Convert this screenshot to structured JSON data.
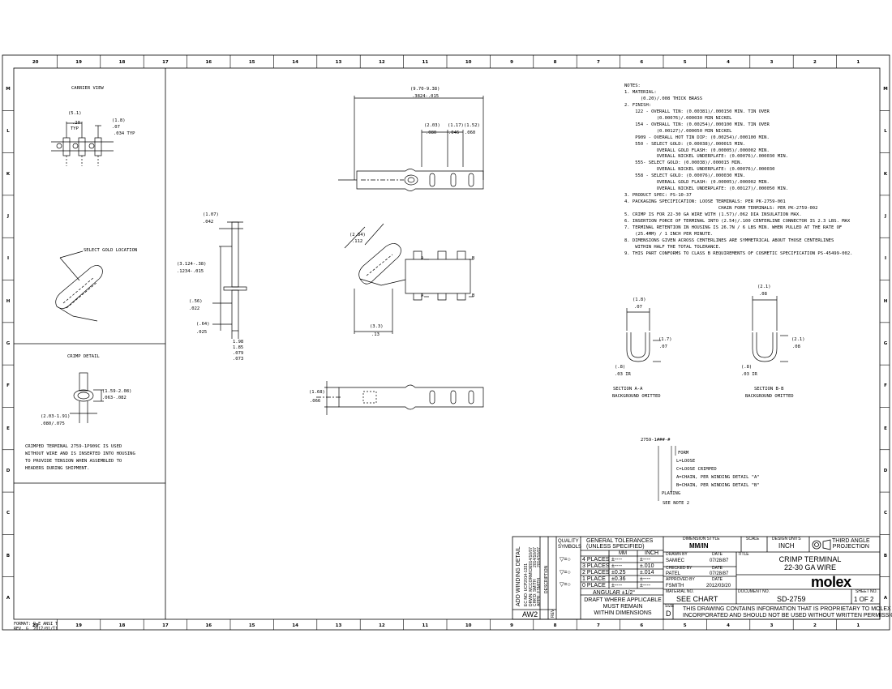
{
  "zones": {
    "columns": [
      "20",
      "19",
      "18",
      "17",
      "16",
      "15",
      "14",
      "13",
      "12",
      "11",
      "10",
      "9",
      "8",
      "7",
      "6",
      "5",
      "4",
      "3",
      "2",
      "1"
    ],
    "rows": [
      "M",
      "L",
      "K",
      "J",
      "I",
      "H",
      "G",
      "F",
      "E",
      "D",
      "C",
      "B",
      "A"
    ]
  },
  "left_panel": {
    "carrier_view": {
      "title": "CARRIER VIEW",
      "dim_pitch": "(5.1)",
      "dim_pitch_in": ".20",
      "dim_pitch_typ": "TYP",
      "dim_width": "(1.8)",
      "dim_width_in": ".07",
      "dim_width_typ": ".034 TYP"
    },
    "gold_view": {
      "label": "SELECT GOLD LOCATION"
    },
    "crimp_detail": {
      "title": "CRIMP DETAIL",
      "dim_a": "(1.59-2.08)",
      "dim_a_in": ".063-.082",
      "dim_b": "(2.03-1.91)",
      "dim_b_in": ".080/.075",
      "note": "CRIMPED TERMINAL 2759-1P909C IS USED\nWITHOUT WIRE AND IS INSERTED INTO HOUSING\nTO PROVIDE TENSION WHEN ASSEMBLED TO\nHEADERS DURING SHIPMENT."
    }
  },
  "top_view": {
    "overall": "(9.70-9.38)",
    "overall_in": ".3824-.015",
    "d1": "(2.03)",
    "d1_in": ".080",
    "d2": "(1.17)",
    "d2_in": ".046",
    "d3": "(1.52)",
    "d3_in": ".060"
  },
  "side_view": {
    "d_top": "(1.07)",
    "d_top_in": ".042",
    "d_len": "(3.124-.38)",
    "d_len_in": ".1234-.015",
    "d_mid": "(.56)",
    "d_mid_in": ".022",
    "d_bot": "(.64)",
    "d_bot_in": ".025",
    "d_w1": "1.98",
    "d_w2": "1.85",
    "d_w3": ".079",
    "d_w4": ".073"
  },
  "iso_view": {
    "d_angle": "(2.84)",
    "d_angle_in": ".112",
    "d_width": "(3.3)",
    "d_width_in": ".13",
    "sec_a": "A",
    "sec_b": "B"
  },
  "bottom_view": {
    "d_h": "(1.68)",
    "d_h_in": ".066"
  },
  "notes": {
    "lines": [
      "NOTES:",
      "1. MATERIAL:",
      "      (0.20)/.008 THICK BRASS",
      "2. FINISH:",
      "    122 - OVERALL TIN: (0.00381)/.000150 MIN. TIN OVER",
      "            (0.00076)/.000030 MIN NICKEL",
      "    154 - OVERALL TIN: (0.00254)/.000100 MIN. TIN OVER",
      "            (0.00127)/.000050 MIN NICKEL",
      "    P909 - OVERALL HOT TIN DIP: (0.00254)/.000100 MIN.",
      "    550 - SELECT GOLD: (0.00038)/.000015 MIN.",
      "            OVERALL GOLD FLASH: (0.00005)/.000002 MIN.",
      "            OVERALL NICKEL UNDERPLATE: (0.00076)/.000030 MIN.",
      "    555- SELECT GOLD: (0.00038)/.000015 MIN.",
      "            OVERALL NICKEL UNDERPLATE: (0.00076)/.000030",
      "    558 - SELECT GOLD: (0.00076)/.000030 MIN.",
      "            OVERALL GOLD FLASH: (0.00005)/.000002 MIN.",
      "            OVERALL NICKEL UNDERPLATE: (0.00127)/.000050 MIN.",
      "3. PRODUCT SPEC: PS-10-37",
      "4. PACKAGING SPECIFICATION: LOOSE TERMINALS: PER PK-2759-001",
      "                                   CHAIN FORM TERMINALS: PER PK-2759-002",
      "5. CRIMP IS FOR 22-30 GA WIRE WITH (1.57)/.062 DIA INSULATION MAX.",
      "6. INSERTION FORCE OF TERMINAL INTO (2.54)/.100 CENTERLINE CONNECTOR IS 2.3 LBS. MAX",
      "7. TERMINAL RETENTION IN HOUSING IS 26.7N / 6 LBS MIN. WHEN PULLED AT THE RATE OF",
      "    (25.4MM) / 1 INCH PER MINUTE.",
      "8. DIMENSIONS GIVEN ACROSS CENTERLINES ARE SYMMETRICAL ABOUT THOSE CENTERLINES",
      "    WITHIN HALF THE TOTAL TOLERANCE.",
      "9. THIS PART CONFORMS TO CLASS B REQUIREMENTS OF COSMETIC SPECIFICATION PS-45499-002."
    ]
  },
  "sections": {
    "aa": {
      "d_w": "(1.8)",
      "d_w_in": ".07",
      "d_h": "(1.7)",
      "d_h_in": ".07",
      "d_ir": "(.8)",
      "d_ir_in": ".03 IR",
      "title": "SECTION A-A",
      "sub": "BACKGROUND OMITTED"
    },
    "bb": {
      "d_w": "(2.1)",
      "d_w_in": ".08",
      "d_h": "(2.1)",
      "d_h_in": ".08",
      "d_ir": "(.8)",
      "d_ir_in": ".03 IR",
      "title": "SECTION B-B",
      "sub": "BACKGROUND OMITTED"
    }
  },
  "part_code": {
    "code": "2759-1###-#",
    "form": "FORM",
    "l": "L=LOOSE",
    "c": "C=LOOSE CRIMPED",
    "a": "A=CHAIN, PER WINDING DETAIL \"A\"",
    "b": "B=CHAIN, PER WINDING DETAIL \"B\"",
    "plating": "PLATING",
    "see_note": "SEE NOTE 2"
  },
  "title_block": {
    "rev_title": "ADD WINDING DETAIL",
    "rev_lines": [
      "EC NO: UCP2014-1331",
      "DRWN: MCCORMICK",
      "CHK'D: SMITH",
      "APPR: FSMITH"
    ],
    "rev_dates": [
      "2014/10/07",
      "2014/10/07",
      "2014/10/07"
    ],
    "rev_code": "AW2",
    "description": "DESCRIPTION",
    "rev": "REV",
    "quality": "QUALITY\nSYMBOLS",
    "gen_tol": "GENERAL TOLERANCES\n(UNLESS SPECIFIED)",
    "mm": "MM",
    "inch": "INCH",
    "tol_rows": [
      {
        "label": "4 PLACES",
        "mm": "±----",
        "inch": "±----"
      },
      {
        "label": "3 PLACES",
        "mm": "±----",
        "inch": "±.010"
      },
      {
        "label": "2 PLACES",
        "mm": "±0.25",
        "inch": "±.014"
      },
      {
        "label": "1 PLACE",
        "mm": "±0.36",
        "inch": "±----"
      },
      {
        "label": "0 PLACE",
        "mm": "±----",
        "inch": "±----"
      }
    ],
    "angular": "ANGULAR ±1/2°",
    "draft": "DRAFT WHERE APPLICABLE\nMUST REMAIN\nWITHIN DIMENSIONS",
    "dim_style_label": "DIMENSION STYLE",
    "dim_style": "MM/IN",
    "scale_label": "SCALE",
    "design_units_label": "DESIGN UNITS",
    "design_units": "INCH",
    "projection": "THIRD ANGLE\nPROJECTION",
    "drawn_by_label": "DRAWN BY",
    "drawn_by": "SAMIEC",
    "drawn_date": "07/28/87",
    "checked_by_label": "CHECKED BY",
    "checked_by": "PATEL",
    "checked_date": "07/28/87",
    "approved_by_label": "APPROVED BY",
    "approved_by": "FSMITH",
    "approved_date": "2012/03/20",
    "date_label": "DATE",
    "title_label": "TITLE",
    "title": "CRIMP TERMINAL\n22-30 GA WIRE",
    "logo": "molex",
    "material_label": "MATERIAL NO.",
    "material": "SEE CHART",
    "document_label": "DOCUMENT NO.",
    "document": "SD-2759",
    "sheet_label": "SHEET NO.",
    "sheet": "1 OF 2",
    "size_label": "SIZE",
    "size": "D",
    "proprietary": "THIS DRAWING CONTAINS INFORMATION THAT IS PROPRIETARY TO MOLEX\nINCORPORATED AND SHOULD NOT BE USED WITHOUT WRITTEN PERMISSION"
  },
  "footer": {
    "format": "FORMAT: D_E_ANSI_T",
    "revision": "REV. G  2012/01/11"
  }
}
